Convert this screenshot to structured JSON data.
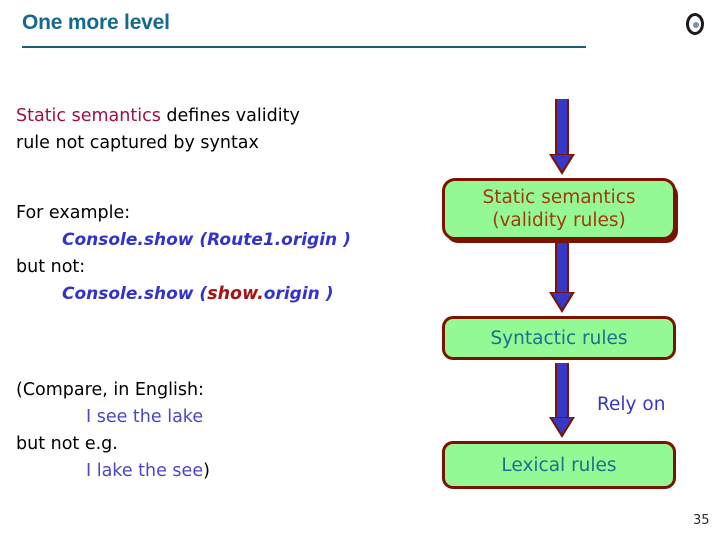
{
  "slide": {
    "title": "One more level",
    "page_number": "35",
    "logo_icon": "compass-disc-icon",
    "accent_color": "#16688f",
    "rule_color": "#1d5f72"
  },
  "content": {
    "paragraphs": [
      {
        "id": "definition",
        "lines": [
          {
            "indent": 0,
            "segments": [
              {
                "text": "Static semantics",
                "style": "maroon"
              },
              {
                "text": " defines validity",
                "style": "plain"
              }
            ]
          },
          {
            "indent": 0,
            "segments": [
              {
                "text": "rule not captured by syntax",
                "style": "plain"
              }
            ]
          }
        ]
      },
      {
        "id": "example",
        "lines": [
          {
            "indent": 0,
            "segments": [
              {
                "text": "For example:",
                "style": "plain"
              }
            ]
          },
          {
            "indent": 1,
            "segments": [
              {
                "text": "Console",
                "style": "code"
              },
              {
                "text": ".",
                "style": "code-dot"
              },
              {
                "text": "show (Route1",
                "style": "code"
              },
              {
                "text": ".",
                "style": "code-dot"
              },
              {
                "text": "origin )",
                "style": "code"
              }
            ]
          },
          {
            "indent": 0,
            "segments": [
              {
                "text": "but not:",
                "style": "plain"
              }
            ]
          },
          {
            "indent": 1,
            "segments": [
              {
                "text": "Console",
                "style": "code"
              },
              {
                "text": ".",
                "style": "code-dot"
              },
              {
                "text": "show (",
                "style": "code"
              },
              {
                "text": "show",
                "style": "error"
              },
              {
                "text": ".",
                "style": "error-dot"
              },
              {
                "text": "origin )",
                "style": "code"
              }
            ]
          }
        ]
      },
      {
        "id": "english-analogy",
        "lines": [
          {
            "indent": 0,
            "segments": [
              {
                "text": "(Compare, in English:",
                "style": "plain"
              }
            ]
          },
          {
            "indent": 2,
            "segments": [
              {
                "text": "I see the lake",
                "style": "english"
              }
            ]
          },
          {
            "indent": 0,
            "segments": [
              {
                "text": "but not e.g.",
                "style": "plain"
              }
            ]
          },
          {
            "indent": 2,
            "segments": [
              {
                "text": "I lake the see",
                "style": "english"
              },
              {
                "text": ")",
                "style": "plain"
              }
            ]
          }
        ]
      }
    ]
  },
  "diagram": {
    "box_fill": "#94f994",
    "box_border": "#7a1400",
    "arrow_fill": "#3838c8",
    "arrow_outline": "#7a1400",
    "nodes": [
      {
        "id": "static-semantics",
        "line1": "Static semantics",
        "line2": "(validity rules)",
        "text_color": "#a33a0a"
      },
      {
        "id": "syntactic-rules",
        "line1": "Syntactic rules",
        "line2": "",
        "text_color": "#1f6e8c"
      },
      {
        "id": "lexical-rules",
        "line1": "Lexical rules",
        "line2": "",
        "text_color": "#1f6e8c"
      }
    ],
    "edge_label": "Rely on"
  }
}
